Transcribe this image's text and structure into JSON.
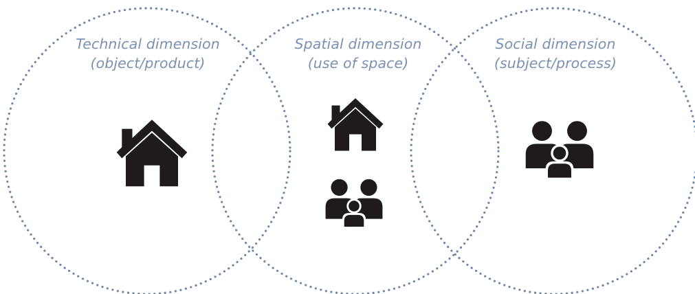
{
  "dimensions": [
    {
      "key": "technical",
      "title": "Technical dimension",
      "subtitle": "(object/product)",
      "icons": [
        "house-icon"
      ]
    },
    {
      "key": "spatial",
      "title": "Spatial dimension",
      "subtitle": "(use of space)",
      "icons": [
        "house-icon",
        "family-icon"
      ]
    },
    {
      "key": "social",
      "title": "Social dimension",
      "subtitle": "(subject/process)",
      "icons": [
        "family-icon"
      ]
    }
  ],
  "colors": {
    "circle_stroke": "#6f88a8",
    "label_text": "#7a91b3",
    "icon_fill": "#1f1b1c"
  }
}
